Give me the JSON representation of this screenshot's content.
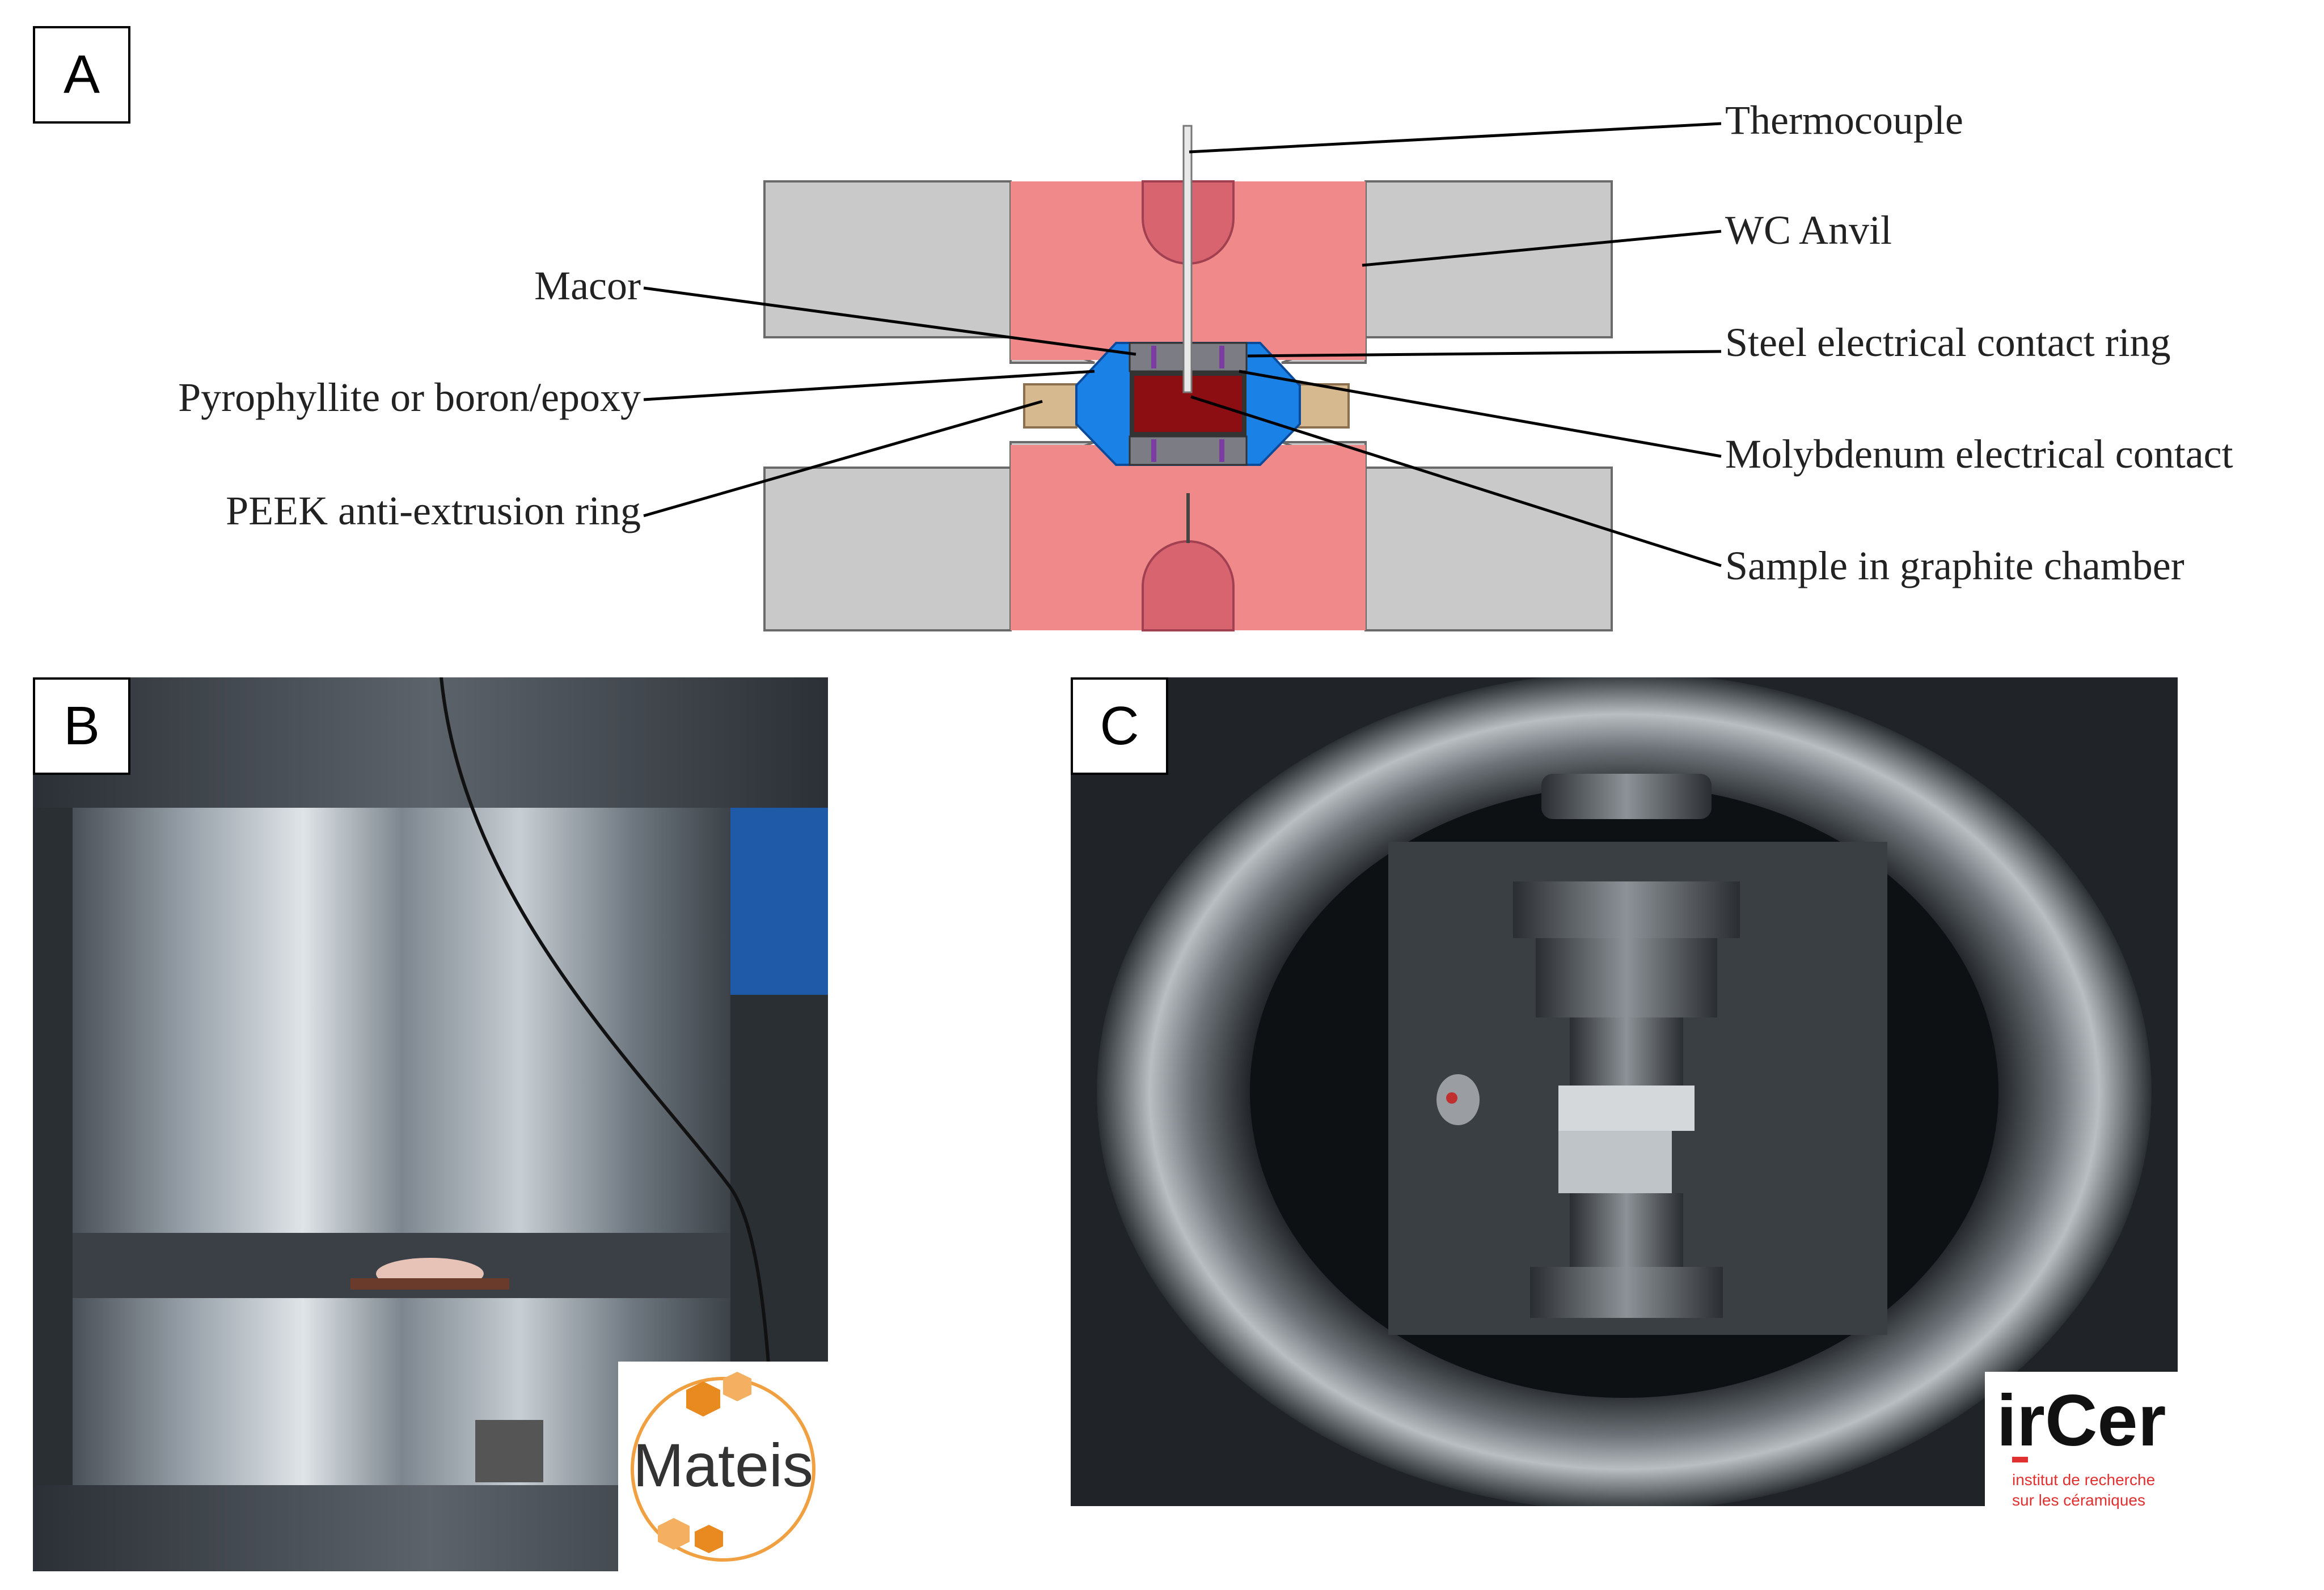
{
  "panels": {
    "a": "A",
    "b": "B",
    "c": "C"
  },
  "diagram": {
    "labels": {
      "thermocouple": "Thermocouple",
      "wc_anvil": "WC Anvil",
      "macor": "Macor",
      "steel_ring": "Steel electrical contact ring",
      "pyrophyllite": "Pyrophyllite or boron/epoxy",
      "molybdenum": "Molybdenum electrical contact",
      "peek": "PEEK anti-extrusion ring",
      "sample": "Sample in graphite chamber"
    },
    "colors": {
      "anvil_gray": "#c9c9c9",
      "core_red": "#f08a8a",
      "gasket_blue": "#1a82e6",
      "peek_tan": "#d6b98e",
      "sample_dark_red": "#8c0e12",
      "contact_purple": "#7a3ca0",
      "steel_gray": "#7c7c84"
    }
  },
  "logos": {
    "mateis": "Mateis",
    "ircer": "irCer",
    "ircer_sub_line1": "institut de recherche",
    "ircer_sub_line2": "sur les céramiques"
  }
}
